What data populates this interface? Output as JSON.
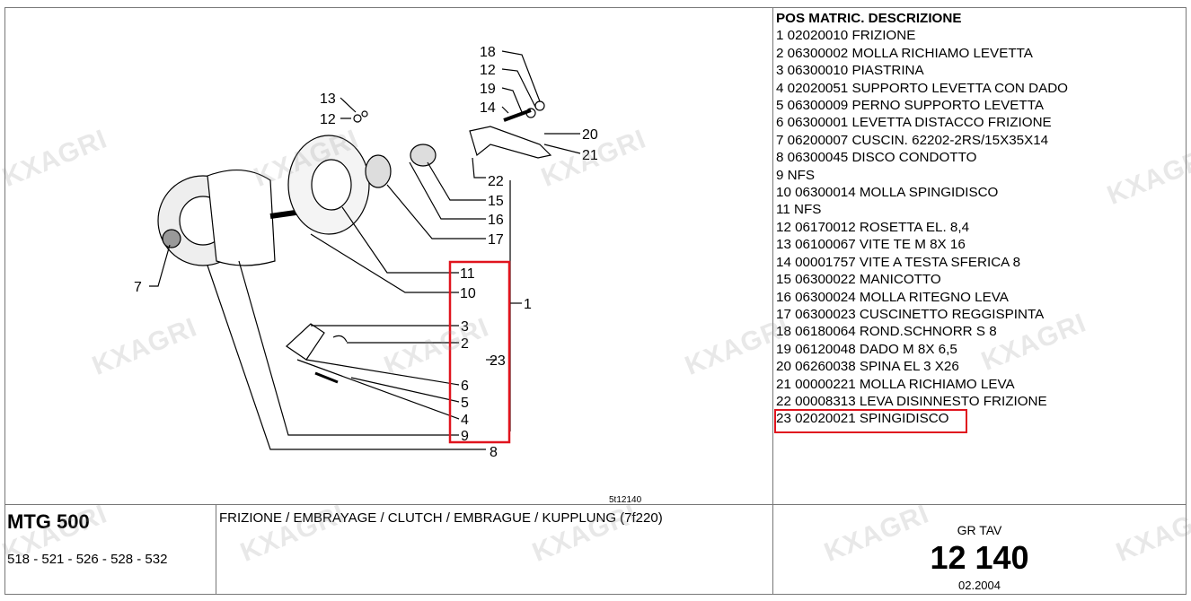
{
  "diagram": {
    "callouts": [
      "18",
      "12",
      "19",
      "14",
      "13",
      "12",
      "20",
      "21",
      "22",
      "15",
      "16",
      "17",
      "11",
      "10",
      "1",
      "7",
      "3",
      "2",
      "23",
      "6",
      "5",
      "4",
      "9",
      "8"
    ],
    "drawing_code": "5t12140"
  },
  "parts_list": {
    "header": "POS MATRIC. DESCRIZIONE",
    "items": [
      "1 02020010 FRIZIONE",
      "2 06300002 MOLLA RICHIAMO LEVETTA",
      "3 06300010 PIASTRINA",
      "4 02020051 SUPPORTO LEVETTA CON DADO",
      "5 06300009 PERNO SUPPORTO LEVETTA",
      "6 06300001 LEVETTA DISTACCO FRIZIONE",
      "7 06200007 CUSCIN. 62202-2RS/15X35X14",
      "8 06300045 DISCO CONDOTTO",
      "9 NFS",
      "10 06300014 MOLLA SPINGIDISCO",
      "11 NFS",
      "12 06170012 ROSETTA EL. 8,4",
      "13 06100067 VITE TE M 8X 16",
      "14 00001757 VITE A TESTA SFERICA 8",
      "15 06300022 MANICOTTO",
      "16 06300024 MOLLA RITEGNO LEVA",
      "17 06300023 CUSCINETTO REGGISPINTA",
      "18 06180064 ROND.SCHNORR S 8",
      "19 06120048 DADO M 8X 6,5",
      "20 06260038 SPINA EL 3 X26",
      "21 00000221 MOLLA RICHIAMO LEVA",
      "22 00008313 LEVA DISINNESTO FRIZIONE",
      "23 02020021 SPINGIDISCO"
    ]
  },
  "footer": {
    "model": "MTG 500",
    "variants": "518 - 521 - 526 - 528 - 532",
    "group_title": "FRIZIONE / EMBRAYAGE / CLUTCH / EMBRAGUE / KUPPLUNG (7f220)",
    "gr_tav_label": "GR TAV",
    "gr_tav_number": "12 140",
    "date": "02.2004"
  },
  "watermark": "KXAGRI",
  "colors": {
    "highlight": "#e0141e",
    "border": "#777777"
  }
}
